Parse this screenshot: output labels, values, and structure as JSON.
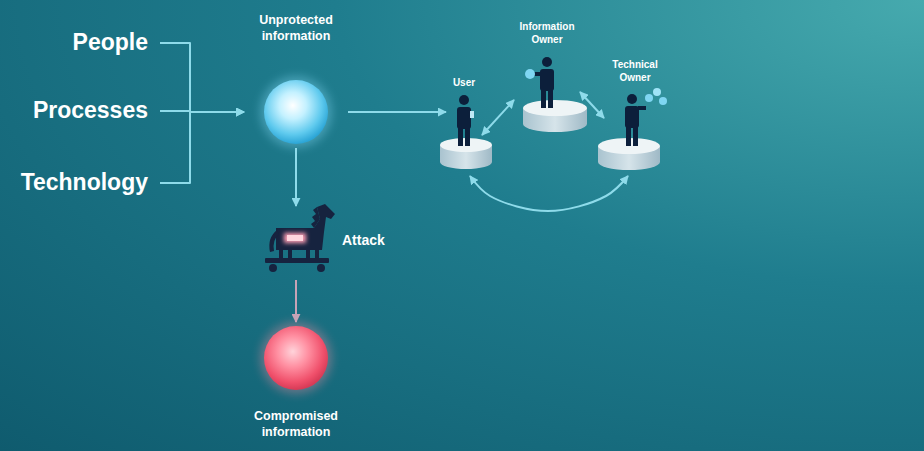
{
  "diagram": {
    "nodes": [
      {
        "text": [
          "People"
        ]
      },
      {
        "text": [
          "Processes"
        ]
      },
      {
        "text": [
          "Technology"
        ]
      },
      {
        "text": [
          "Unprotected information"
        ]
      },
      {
        "text": [
          "Attack"
        ]
      },
      {
        "text": [
          "Compromised information"
        ]
      },
      {
        "text": [
          "User"
        ]
      },
      {
        "text": [
          "Information Owner"
        ]
      },
      {
        "text": [
          "Technical Owner"
        ]
      }
    ],
    "edges": [
      {
        "from": 0,
        "to": 3,
        "arrow": "to"
      },
      {
        "from": 1,
        "to": 3,
        "arrow": "to"
      },
      {
        "from": 2,
        "to": 3,
        "arrow": "to"
      },
      {
        "from": 3,
        "to": 4,
        "arrow": "to"
      },
      {
        "from": 4,
        "to": 5,
        "arrow": "to"
      },
      {
        "from": 3,
        "to": 6,
        "arrow": "to"
      },
      {
        "from": 6,
        "to": 7,
        "arrow": "both"
      },
      {
        "from": 7,
        "to": 8,
        "arrow": "both"
      },
      {
        "from": 8,
        "to": 6,
        "arrow": "both"
      }
    ]
  }
}
